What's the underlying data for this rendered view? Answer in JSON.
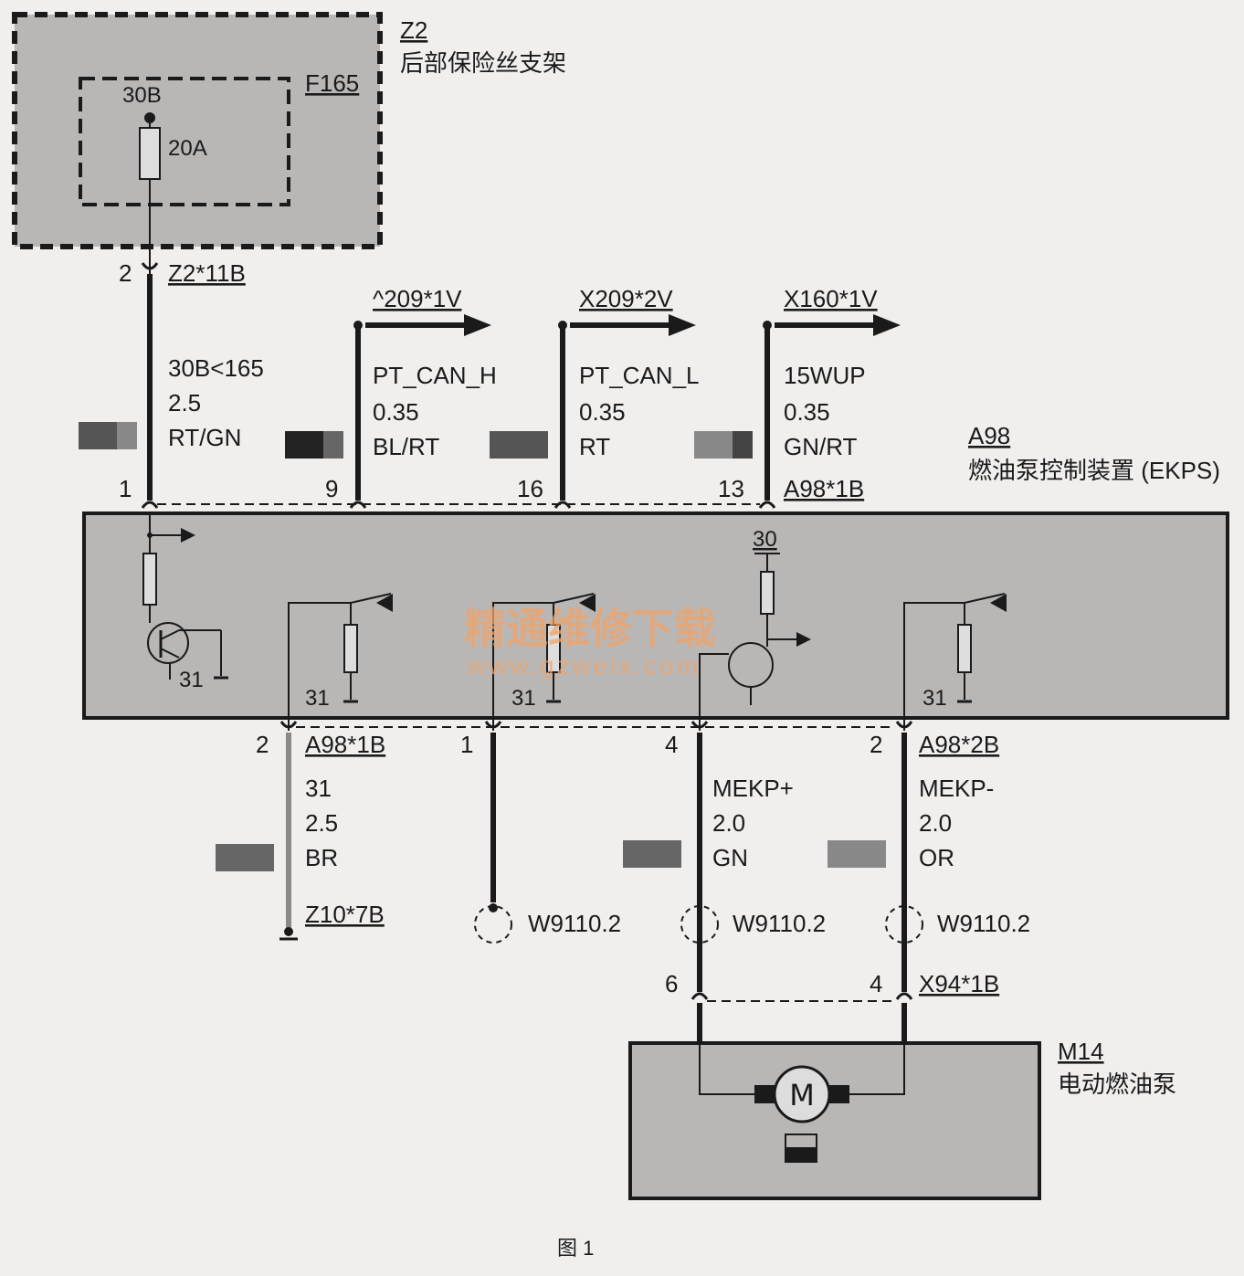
{
  "components": {
    "z2": {
      "id": "Z2",
      "name": "后部保险丝支架"
    },
    "f165": {
      "id": "F165",
      "terminal": "30B",
      "rating": "20A"
    },
    "a98": {
      "id": "A98",
      "name": "燃油泵控制装置 (EKPS)",
      "int_30": "30",
      "ground": "31"
    },
    "m14": {
      "id": "M14",
      "name": "电动燃油泵",
      "symbol": "M"
    }
  },
  "top": {
    "power": {
      "pin_upper": "2",
      "connector": "Z2*11B",
      "signal": "30B<165",
      "gauge": "2.5",
      "color": "RT/GN",
      "pin_lower": "1"
    },
    "wires": [
      {
        "connector": "^209*1V",
        "signal": "PT_CAN_H",
        "gauge": "0.35",
        "color": "BL/RT",
        "pin": "9"
      },
      {
        "connector": "X209*2V",
        "signal": "PT_CAN_L",
        "gauge": "0.35",
        "color": "RT",
        "pin": "16"
      },
      {
        "connector": "X160*1V",
        "signal": "15WUP",
        "gauge": "0.35",
        "color": "GN/RT",
        "pin": "13"
      }
    ],
    "a98_connector": "A98*1B"
  },
  "bottom": {
    "ground": {
      "pin": "2",
      "connector": "A98*1B",
      "signal": "31",
      "gauge": "2.5",
      "color": "BR",
      "end_connector": "Z10*7B"
    },
    "shield": {
      "pin": "1",
      "label": "W9110.2"
    },
    "mekp_plus": {
      "pin": "4",
      "signal": "MEKP+",
      "gauge": "2.0",
      "color": "GN",
      "shield": "W9110.2",
      "pin_lower": "6"
    },
    "mekp_minus": {
      "pin": "2",
      "connector": "A98*2B",
      "signal": "MEKP-",
      "gauge": "2.0",
      "color": "OR",
      "shield": "W9110.2",
      "pin_lower": "4",
      "lower_connector": "X94*1B"
    }
  },
  "watermark": {
    "cn": "精通维修下载",
    "url": "www.gzweix.com"
  },
  "caption": "图 1",
  "colors": {
    "module": "#b9b7b6",
    "wire": "#1a1a1a",
    "ground_wire": "#8a8888",
    "watermark": "#f0a46a"
  }
}
